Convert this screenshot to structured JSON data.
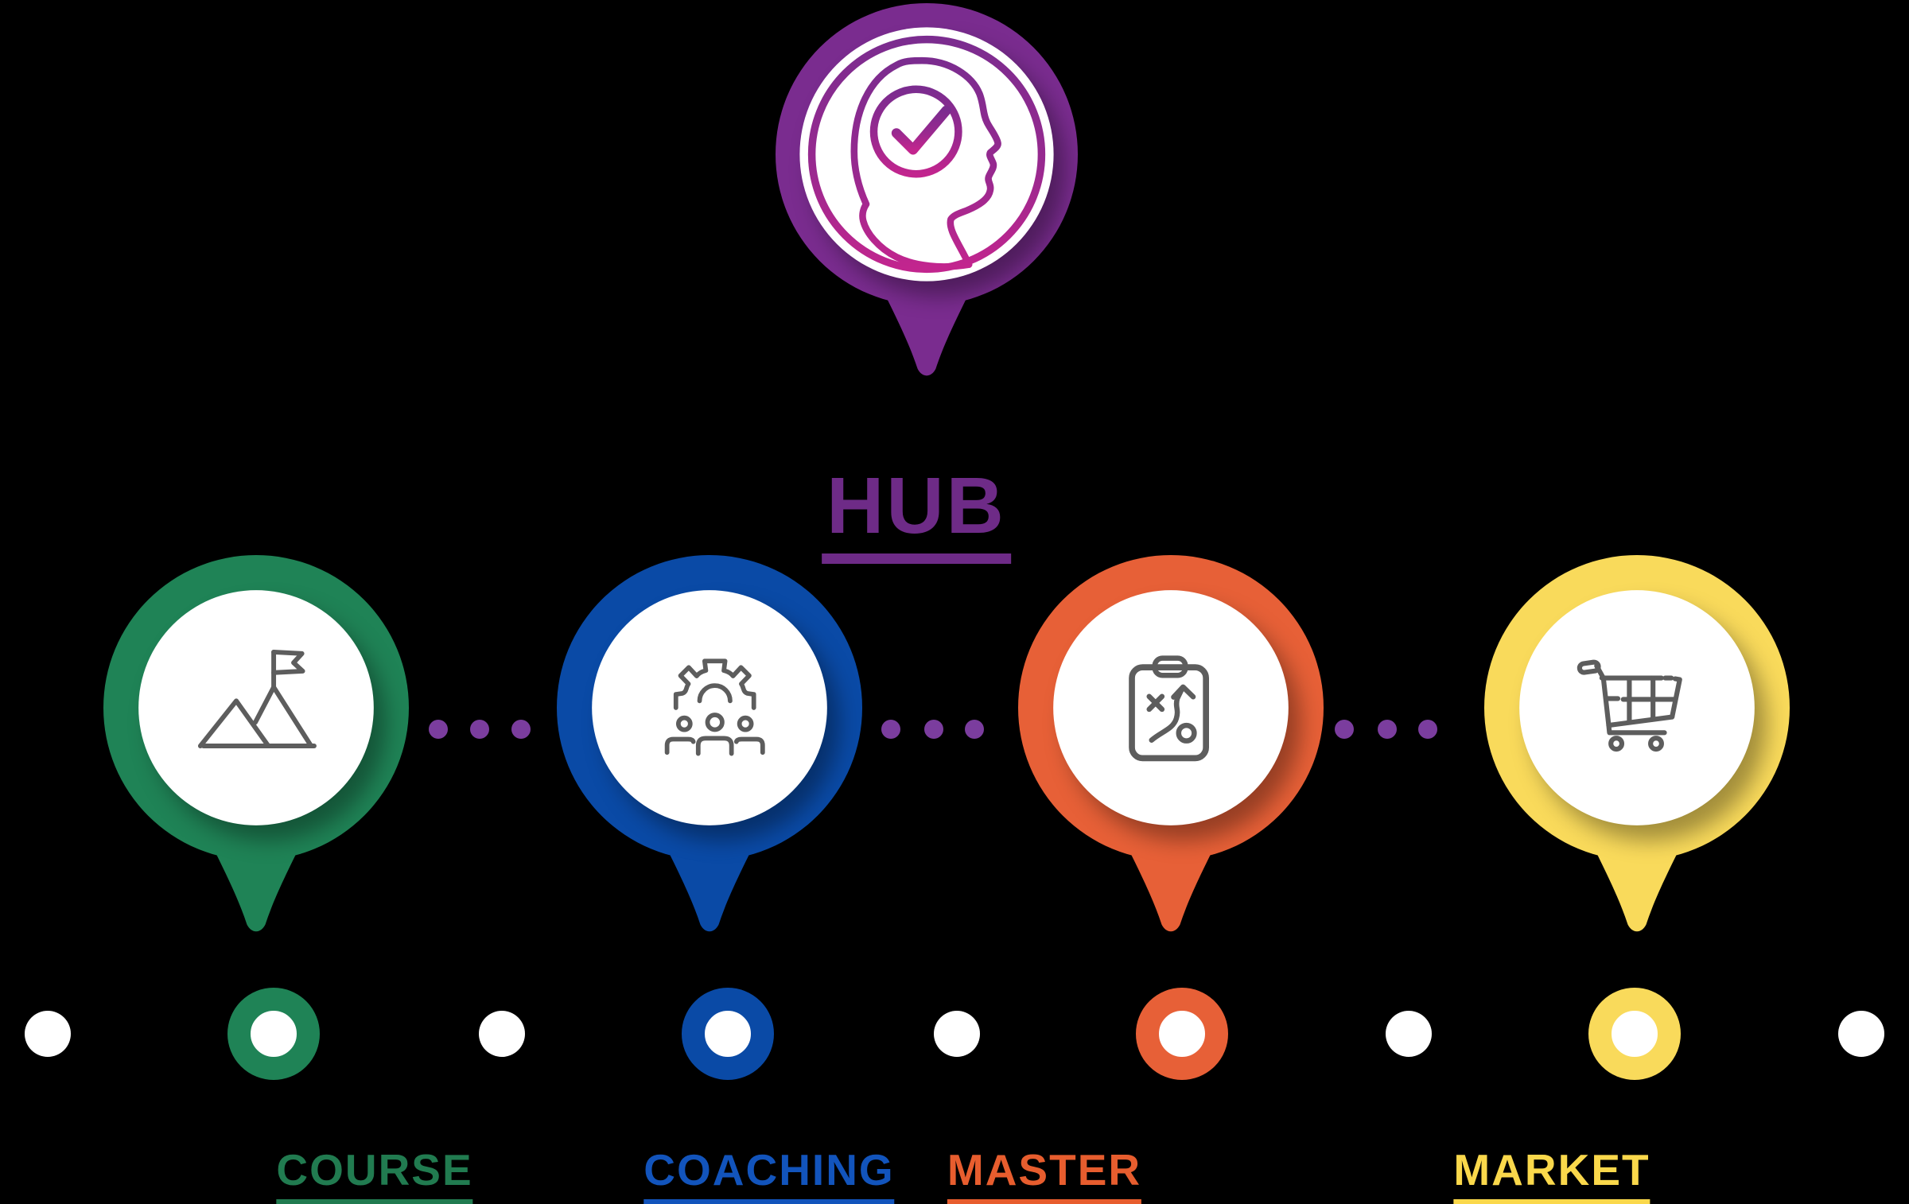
{
  "background_color": "#000000",
  "hub": {
    "label": "HUB",
    "pin_color": "#7A2C8F",
    "label_color": "#6E2B87",
    "icon": "head-check-icon",
    "icon_gradient_top": "#7B2C8F",
    "icon_gradient_bottom": "#C2258E"
  },
  "pins": [
    {
      "id": "course",
      "label": "COURSE",
      "pin_color": "#1F8356",
      "label_color": "#217B50",
      "icon": "mountain-flag-icon"
    },
    {
      "id": "coaching",
      "label": "COACHING",
      "pin_color": "#0A4AA6",
      "label_color": "#1254BC",
      "icon": "team-gear-icon"
    },
    {
      "id": "master",
      "label": "MASTER",
      "pin_color": "#E76037",
      "label_color": "#E75D2E",
      "icon": "strategy-clipboard-icon"
    },
    {
      "id": "market",
      "label": "MARKET",
      "pin_color": "#F9DA5B",
      "label_color": "#FAD84B",
      "icon": "shopping-cart-icon"
    }
  ],
  "connectors": {
    "dot_color": "#7B3D9E",
    "groups": 3,
    "dots_per_group": 3
  },
  "timeline": {
    "plain_dot_color": "#FFFFFF",
    "sequence": [
      "dot",
      "ring-course",
      "dot",
      "ring-coaching",
      "dot",
      "ring-master",
      "dot",
      "ring-market",
      "dot"
    ]
  },
  "icon_stroke_color": "#5D5D5D",
  "inner_circle_color": "#FFFFFF"
}
